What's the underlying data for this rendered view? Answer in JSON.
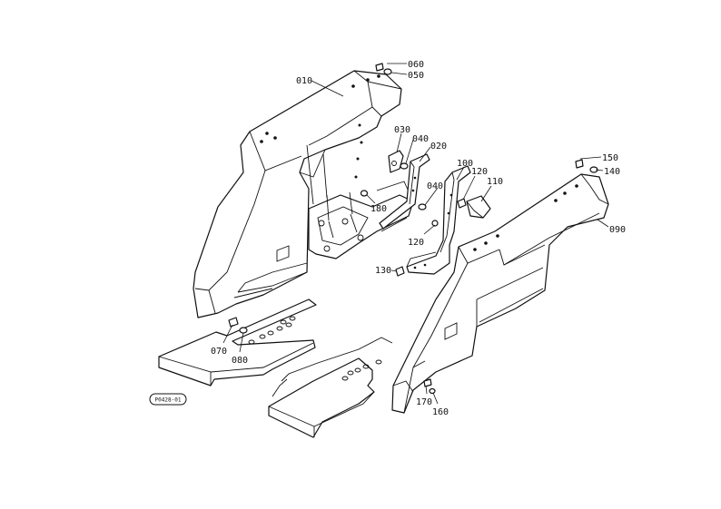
{
  "diagram": {
    "reference_code": "P0428-01",
    "part_labels": {
      "p010": "010",
      "p020": "020",
      "p030": "030",
      "p040a": "040",
      "p040b": "040",
      "p050": "050",
      "p060": "060",
      "p070": "070",
      "p080": "080",
      "p090": "090",
      "p100": "100",
      "p110": "110",
      "p120a": "120",
      "p120b": "120",
      "p130": "130",
      "p140": "140",
      "p150": "150",
      "p160": "160",
      "p170": "170",
      "p180": "180"
    }
  }
}
